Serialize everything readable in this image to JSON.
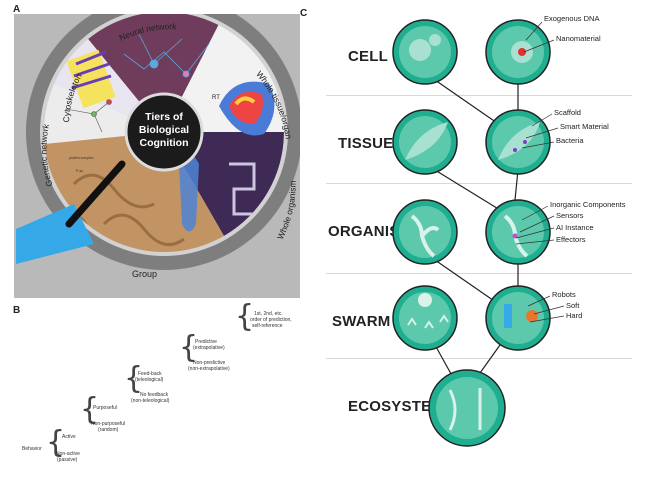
{
  "panels": {
    "a": "A",
    "b": "B",
    "c": "C"
  },
  "panelA": {
    "center_title_lines": [
      "Tiers of",
      "Biological",
      "Cognition"
    ],
    "sectors": {
      "neural": "Neural network",
      "tissue": "Whole tissue/organ",
      "organism": "Whole organism",
      "group": "Group",
      "genetic": "Genetic network",
      "cytoskeleton": "Cytoskeleton"
    },
    "inner_labels": {
      "rt": "RT",
      "protein_complex": "protein complex",
      "ps": "P-ss"
    }
  },
  "panelB": {
    "behavior": "Behavior",
    "active": "Active",
    "non_active": [
      "Non-active",
      "(passive)"
    ],
    "purposeful": "Purposeful",
    "non_purposeful": [
      "Non-purposeful",
      "(random)"
    ],
    "feedback": [
      "Feed-back",
      "(teleological)"
    ],
    "no_feedback": [
      "No feedback",
      "(non-teleological)"
    ],
    "predictive": [
      "Predictive",
      "(extrapolative)"
    ],
    "non_predictive": [
      "Non-predictive",
      "(non-extrapolative)"
    ],
    "orders": [
      "1st, 2nd, etc.",
      "order of prediction,",
      "self-reference"
    ]
  },
  "panelC": {
    "tiers": [
      "CELL",
      "TISSUE",
      "ORGANISM",
      "SWARM",
      "ECOSYSTEM"
    ],
    "annotations": {
      "exogenous_dna": "Exogenous DNA",
      "nanomaterial": "Nanomaterial",
      "scaffold": "Scaffold",
      "smart_material": "Smart Material",
      "bacteria": "Bacteria",
      "inorganic": "Inorganic Components",
      "sensors": "Sensors",
      "ai_instance": "AI Instance",
      "effectors": "Effectors",
      "robots": "Robots",
      "soft": "Soft",
      "hard": "Hard"
    }
  },
  "colors": {
    "teal": "#1fae90",
    "teal_light": "#5cc9ac",
    "teal_pale": "#a8e1d1",
    "grey_bg": "#b9b9b9",
    "brown": "#b78a5a",
    "blue": "#35a9e8"
  }
}
